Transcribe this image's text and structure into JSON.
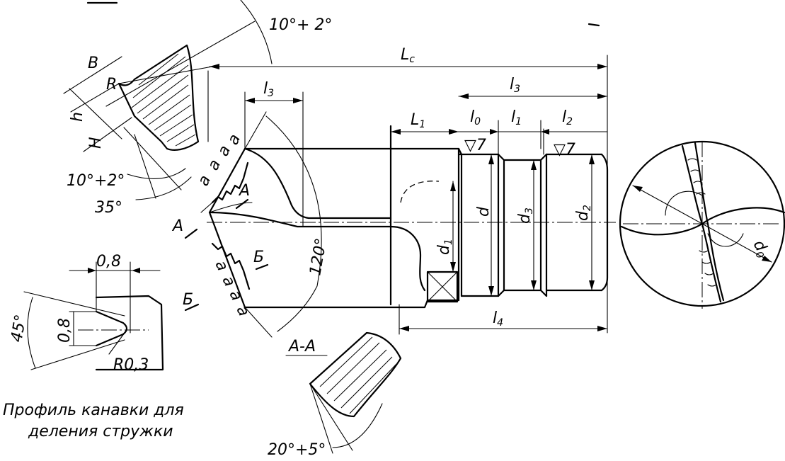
{
  "labels": {
    "l_c": "L",
    "l_c_sub": "c",
    "l3_top": "l",
    "l3_top_sub": "3",
    "l3_left": "l",
    "l3_left_sub": "3",
    "L1": "L",
    "L1_sub": "1",
    "l0": "l",
    "l0_sub": "0",
    "l1": "l",
    "l1_sub": "1",
    "l2": "l",
    "l2_sub": "2",
    "l4": "l",
    "l4_sub": "4",
    "d": "d",
    "d1": "d",
    "d1_sub": "1",
    "d3": "d",
    "d3_sub": "3",
    "d2": "d",
    "d2_sub": "2",
    "d0": "d",
    "d0_sub": "0",
    "roughness_1": "▽7",
    "roughness_2": "▽7",
    "angle_10_top": "10°+ 2°",
    "angle_10_left": "10°+2°",
    "angle_35": "35°",
    "angle_120": "120°",
    "angle_20": "20°+5°",
    "angle_45": "45°",
    "B": "B",
    "R": "R",
    "h": "h",
    "H": "H",
    "A_cut": "A",
    "A_mark": "A",
    "B_cut_upper": "Б",
    "B_cut_lower": "Б",
    "a1": "a",
    "a2": "a",
    "a3": "a",
    "a4": "a",
    "a5": "a",
    "a6": "a",
    "a7": "a",
    "a8": "a",
    "section_AA": "A-A",
    "dim_08_top": "0,8",
    "dim_08_side": "0,8",
    "radius_03": "R0,3",
    "caption_line1": "Профиль канавки для",
    "caption_line2": "деления стружки"
  }
}
